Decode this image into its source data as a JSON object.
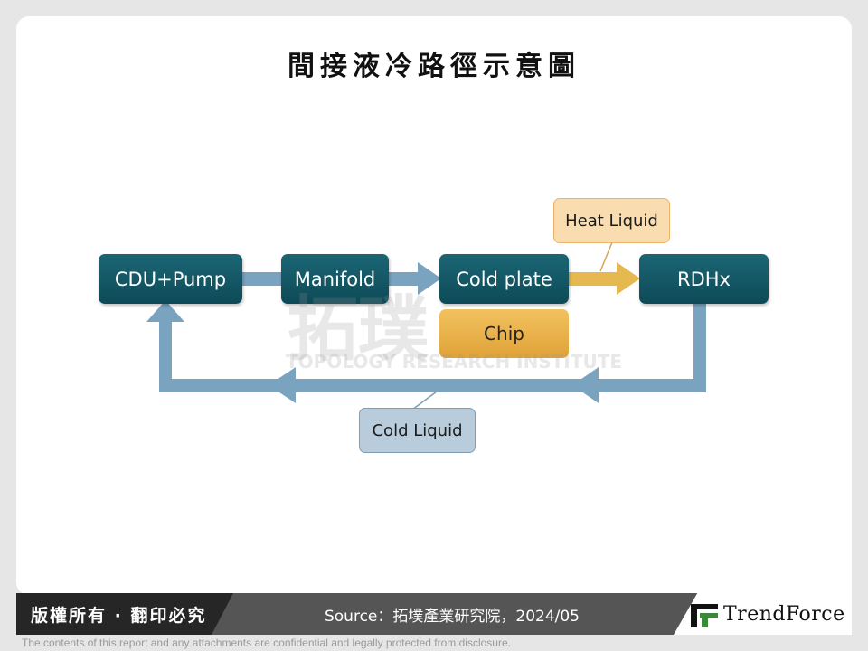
{
  "title": "間接液冷路徑示意圖",
  "nodes": {
    "cdu_pump": "CDU+Pump",
    "manifold": "Manifold",
    "cold_plate": "Cold plate",
    "rdhx": "RDHx",
    "chip": "Chip"
  },
  "callouts": {
    "heat_liquid": "Heat Liquid",
    "cold_liquid": "Cold Liquid"
  },
  "watermark": {
    "chinese": "拓璞",
    "english": "TOPOLOGY RESEARCH INSTITUTE"
  },
  "footer": {
    "copyright": "版權所有 · 翻印必究",
    "source": "Source：拓墣產業研究院，2024/05",
    "brand": "TrendForce",
    "disclaimer": "The contents of this report and any attachments are confidential and legally protected from disclosure."
  },
  "colors": {
    "node": "#13596a",
    "cold_flow": "#7aa3bf",
    "heat_flow": "#e6b850",
    "chip": "#eab24a"
  }
}
